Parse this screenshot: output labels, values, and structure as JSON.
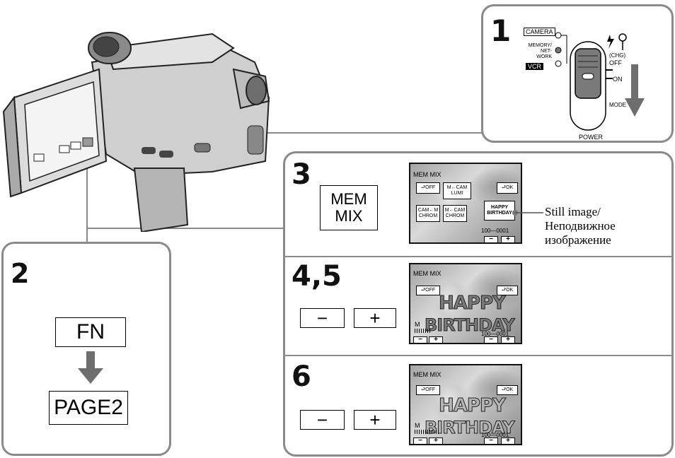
{
  "step1": {
    "number": "1",
    "mode_camera": "CAMERA",
    "mode_memory": "MEMORY/\nNET-\nWORK",
    "mode_vcr": "VCR",
    "chg": "(CHG)",
    "off": "OFF",
    "on": "ON",
    "mode": "MODE",
    "power": "POWER"
  },
  "step2": {
    "number": "2",
    "fn_label": "FN",
    "page2_label": "PAGE2"
  },
  "step3": {
    "number": "3",
    "mem_mix_label": "MEM\nMIX",
    "screen_title": "MEM  MIX",
    "off_label": "OFF",
    "ok_label": "OK",
    "mlumi_label": "M←CAM\nLUMI",
    "camchrom_label": "CAM←M\nCHROM",
    "mchrom_label": "M←CAM\nCHROM",
    "happy_birthday": "HAPPY\nBIRTHDAY",
    "file_no": "100—0001",
    "annotation": "Still image/\nНеподвижное\nизображение"
  },
  "step45": {
    "number": "4,5",
    "minus": "−",
    "plus": "+",
    "screen_title": "MEM  MIX",
    "off_label": "OFF",
    "ok_label": "OK",
    "happy": "HAPPY",
    "birthday": "BIRTHDAY",
    "m_label": "M",
    "file_no": "100—0001"
  },
  "step6": {
    "number": "6",
    "minus": "−",
    "plus": "+",
    "screen_title": "MEM  MIX",
    "off_label": "OFF",
    "ok_label": "OK",
    "happy": "HAPPY",
    "birthday": "BIRTHDAY",
    "m_label": "M",
    "file_no": "100—0001"
  },
  "colors": {
    "panel_border": "#8a8a8a",
    "arrow": "#6e6e6e"
  }
}
